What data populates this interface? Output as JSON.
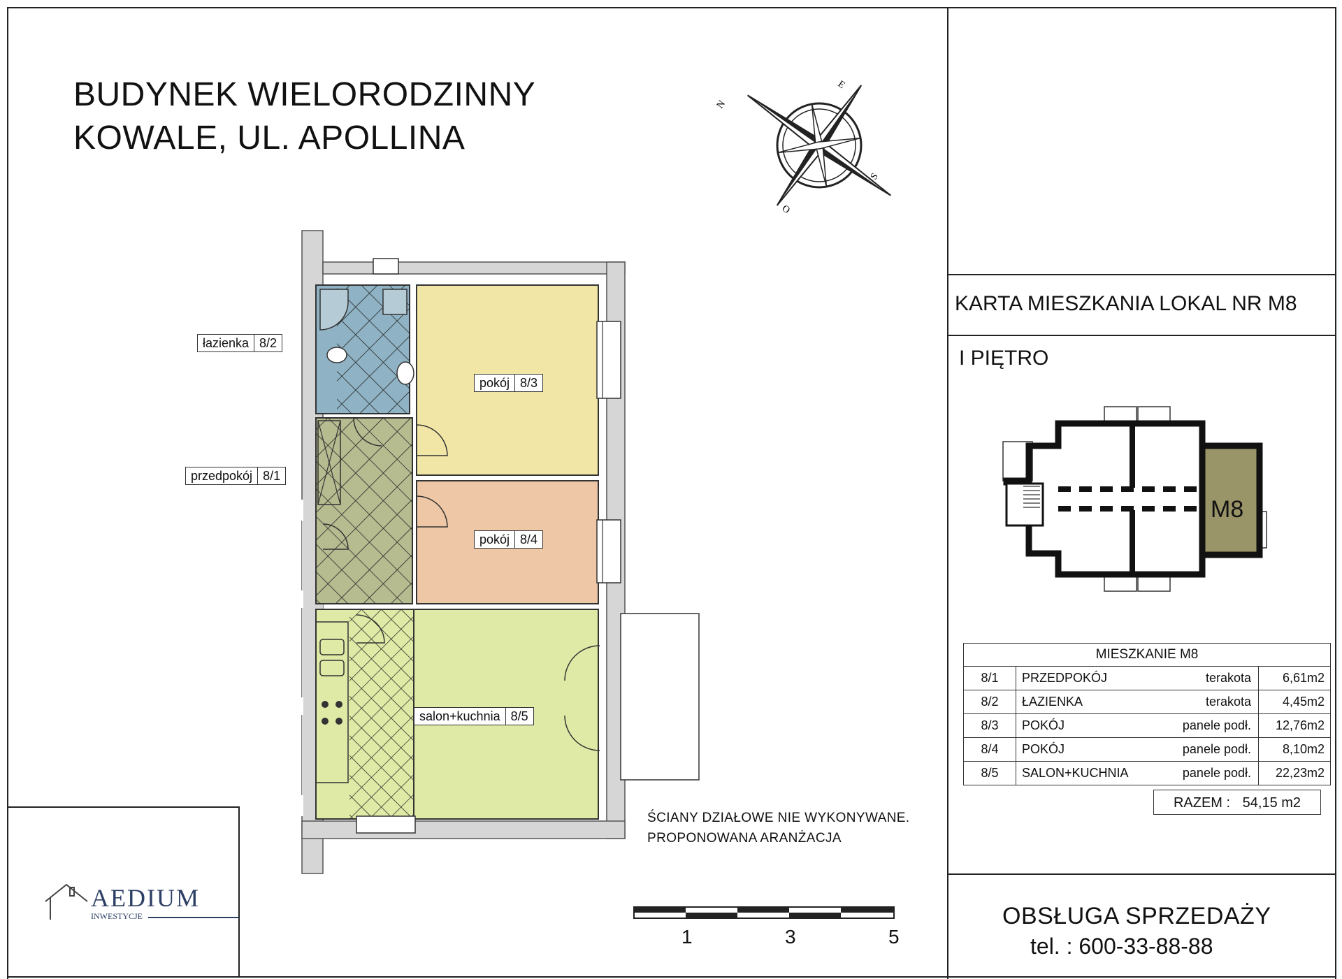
{
  "title": {
    "line1": "BUDYNEK WIELORODZINNY",
    "line2": "KOWALE, UL. APOLLINA"
  },
  "compass": {
    "n": "N",
    "e": "E",
    "s": "S",
    "o": "O"
  },
  "rooms": [
    {
      "name": "łazienka",
      "id": "8/2"
    },
    {
      "name": "pokój",
      "id": "8/3"
    },
    {
      "name": "przedpokój",
      "id": "8/1"
    },
    {
      "name": "pokój",
      "id": "8/4"
    },
    {
      "name": "salon+kuchnia",
      "id": "8/5"
    }
  ],
  "notes": {
    "line1": "ŚCIANY DZIAŁOWE NIE WYKONYWANE.",
    "line2": "PROPONOWANA ARANŻACJA"
  },
  "scale": {
    "labels": [
      "1",
      "3",
      "5"
    ]
  },
  "logo": {
    "name": "AEDIUM",
    "sub": "INWESTYCJE"
  },
  "card": {
    "heading": "KARTA MIESZKANIA  LOKAL NR M8",
    "floor": "I PIĘTRO",
    "unit_label": "M8"
  },
  "table": {
    "header": "MIESZKANIE  M8",
    "rows": [
      {
        "no": "8/1",
        "name": "PRZEDPOKÓJ",
        "finish": "terakota",
        "area": "6,61m2"
      },
      {
        "no": "8/2",
        "name": "ŁAZIENKA",
        "finish": "terakota",
        "area": "4,45m2"
      },
      {
        "no": "8/3",
        "name": "POKÓJ",
        "finish": "panele podł.",
        "area": "12,76m2"
      },
      {
        "no": "8/4",
        "name": "POKÓJ",
        "finish": "panele podł.",
        "area": "8,10m2"
      },
      {
        "no": "8/5",
        "name": "SALON+KUCHNIA",
        "finish": "panele podł.",
        "area": "22,23m2"
      }
    ],
    "total_label": "RAZEM :",
    "total_value": "54,15 m2"
  },
  "sales": {
    "heading": "OBSŁUGA SPRZEDAŻY",
    "phone": "tel. : 600-33-88-88"
  },
  "colors": {
    "bathroom": "#8fb3c4",
    "room_8_3": "#f2e6a6",
    "room_8_4": "#edc7a6",
    "salon": "#dfeaa6",
    "hall": "#b7bb90",
    "wall": "#d6d6d6",
    "unit_highlight": "#9a9568"
  }
}
